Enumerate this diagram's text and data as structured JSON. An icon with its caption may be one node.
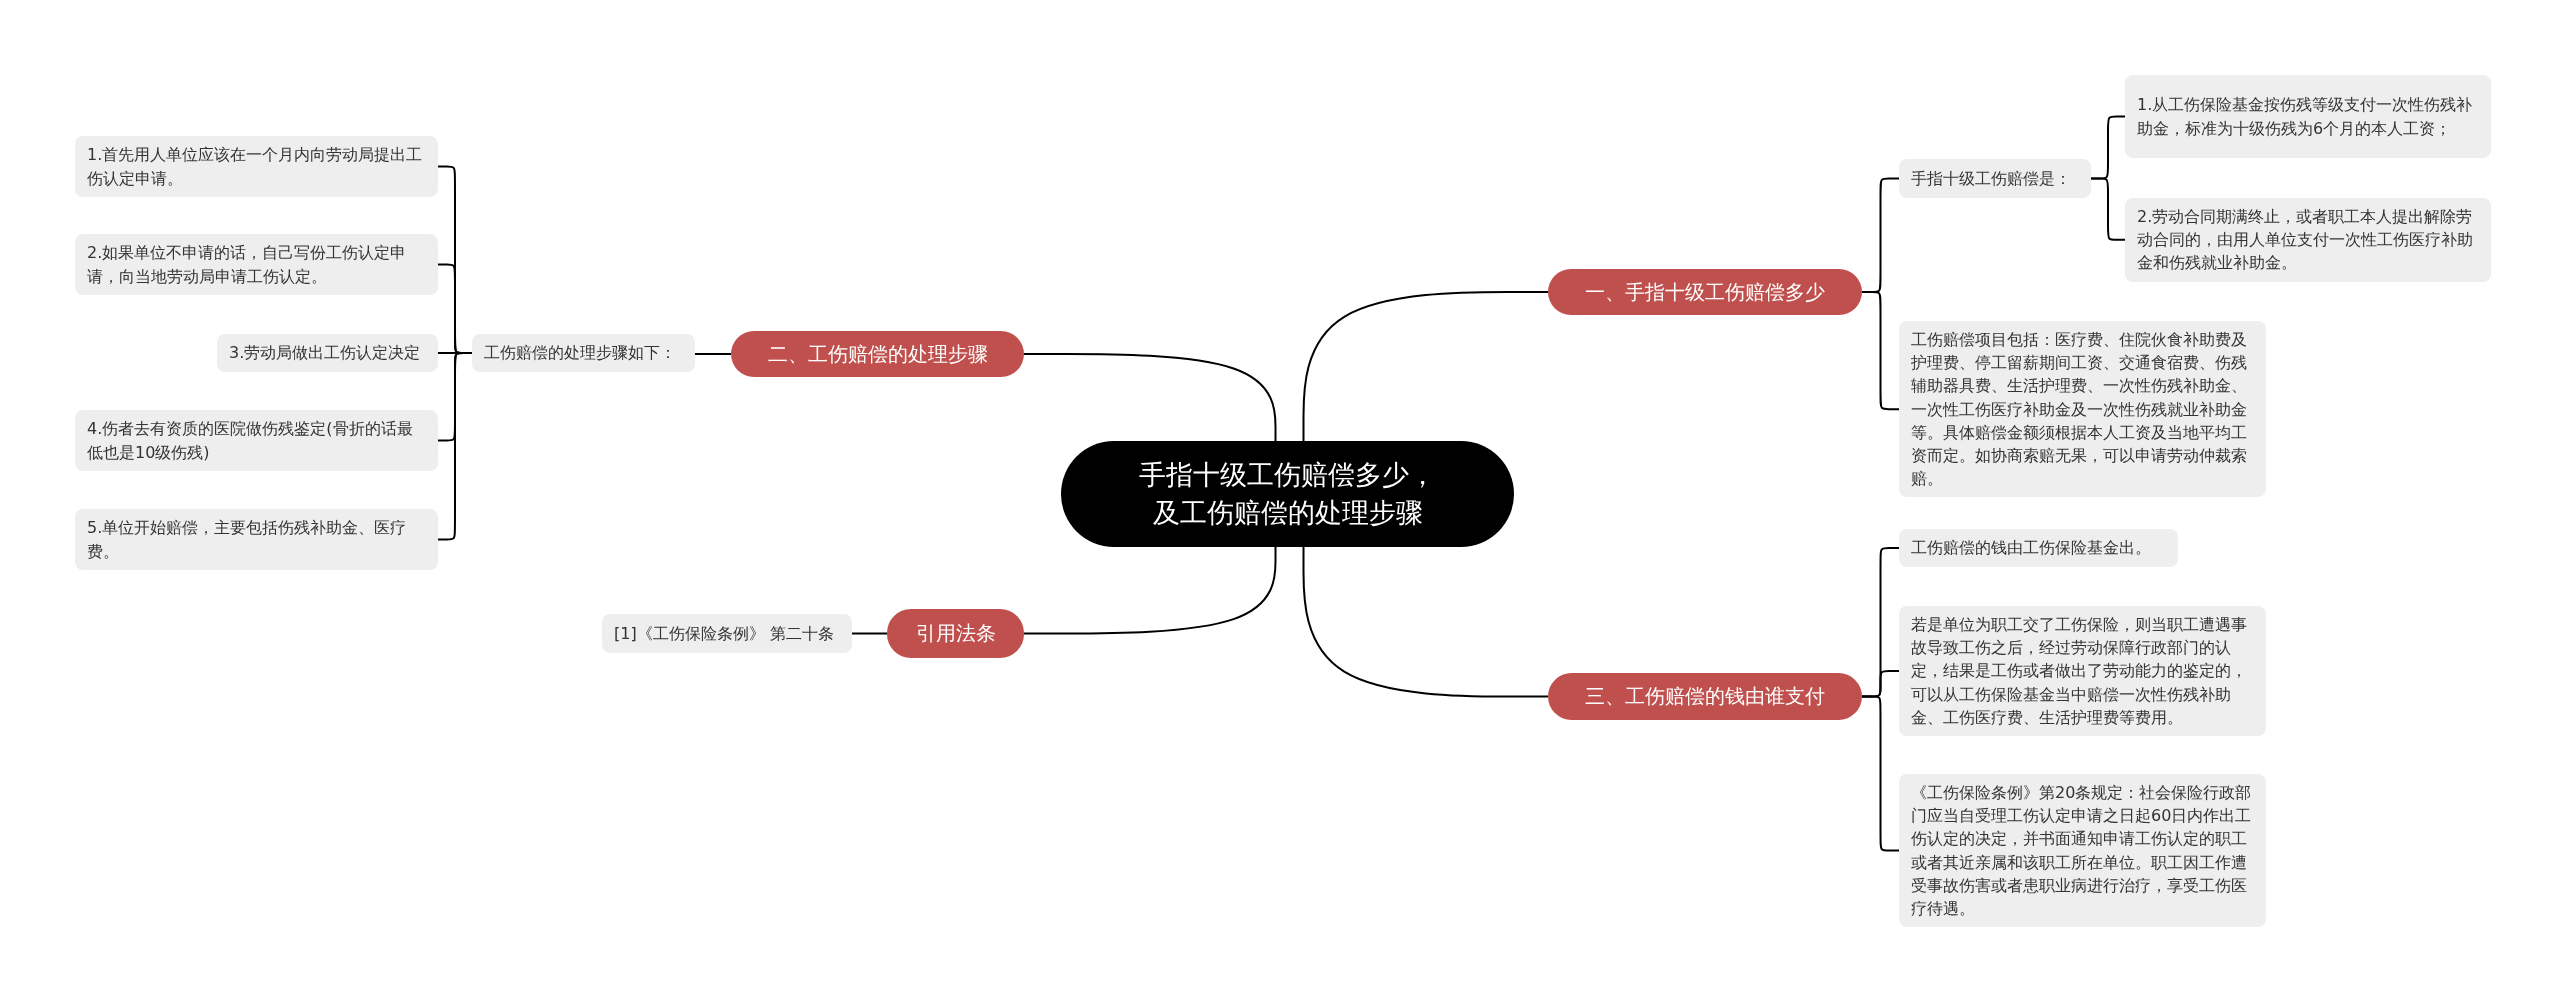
{
  "diagram": {
    "nodes": [
      {
        "text": [
          "手指十级工伤赔偿多少，及工伤赔偿的处理步骤"
        ]
      },
      {
        "text": [
          "一、手指十级工伤赔偿多少"
        ]
      },
      {
        "text": [
          "手指十级工伤赔偿是："
        ]
      },
      {
        "text": [
          "1.从工伤保险基金按伤残等级支付一次性伤残补助金，标准为十级伤残为6个月的本人工资；"
        ]
      },
      {
        "text": [
          "2.劳动合同期满终止，或者职工本人提出解除劳动合同的，由用人单位支付一次性工伤医疗补助金和伤残就业补助金。"
        ]
      },
      {
        "text": [
          "工伤赔偿项目包括：医疗费、住院伙食补助费及护理费、停工留薪期间工资、交通食宿费、伤残辅助器具费、生活护理费、一次性伤残补助金、一次性工伤医疗补助金及一次性伤残就业补助金等。具体赔偿金额须根据本人工资及当地平均工资而定。如协商索赔无果，可以申请劳动仲裁索赔。"
        ]
      },
      {
        "text": [
          "二、工伤赔偿的处理步骤"
        ]
      },
      {
        "text": [
          "工伤赔偿的处理步骤如下："
        ]
      },
      {
        "text": [
          "1.首先用人单位应该在一个月内向劳动局提出工伤认定申请。"
        ]
      },
      {
        "text": [
          "2.如果单位不申请的话，自己写份工伤认定申请，向当地劳动局申请工伤认定。"
        ]
      },
      {
        "text": [
          "3.劳动局做出工伤认定决定"
        ]
      },
      {
        "text": [
          "4.伤者去有资质的医院做伤残鉴定(骨折的话最低也是10级伤残)"
        ]
      },
      {
        "text": [
          "5.单位开始赔偿，主要包括伤残补助金、医疗费。"
        ]
      },
      {
        "text": [
          "引用法条"
        ]
      },
      {
        "text": [
          "[1]《工伤保险条例》 第二十条"
        ]
      },
      {
        "text": [
          "三、工伤赔偿的钱由谁支付"
        ]
      },
      {
        "text": [
          "工伤赔偿的钱由工伤保险基金出。"
        ]
      },
      {
        "text": [
          "若是单位为职工交了工伤保险，则当职工遭遇事故导致工伤之后，经过劳动保障行政部门的认定，结果是工伤或者做出了劳动能力的鉴定的，可以从工伤保险基金当中赔偿一次性伤残补助金、工伤医疗费、生活护理费等费用。"
        ]
      },
      {
        "text": [
          "《工伤保险条例》第20条规定：社会保险行政部门应当自受理工伤认定申请之日起60日内作出工伤认定的决定，并书面通知申请工伤认定的职工或者其近亲属和该职工所在单位。职工因工作遭受事故伤害或者患职业病进行治疗，享受工伤医疗待遇。"
        ]
      }
    ],
    "edges": [
      {
        "from": 0,
        "to": 1,
        "arrow": "none"
      },
      {
        "from": 1,
        "to": 2,
        "arrow": "none"
      },
      {
        "from": 2,
        "to": 3,
        "arrow": "none"
      },
      {
        "from": 2,
        "to": 4,
        "arrow": "none"
      },
      {
        "from": 1,
        "to": 5,
        "arrow": "none"
      },
      {
        "from": 0,
        "to": 6,
        "arrow": "none"
      },
      {
        "from": 6,
        "to": 7,
        "arrow": "none"
      },
      {
        "from": 7,
        "to": 8,
        "arrow": "none"
      },
      {
        "from": 7,
        "to": 9,
        "arrow": "none"
      },
      {
        "from": 7,
        "to": 10,
        "arrow": "none"
      },
      {
        "from": 7,
        "to": 11,
        "arrow": "none"
      },
      {
        "from": 7,
        "to": 12,
        "arrow": "none"
      },
      {
        "from": 0,
        "to": 13,
        "arrow": "none"
      },
      {
        "from": 13,
        "to": 14,
        "arrow": "none"
      },
      {
        "from": 0,
        "to": 15,
        "arrow": "none"
      },
      {
        "from": 15,
        "to": 16,
        "arrow": "none"
      },
      {
        "from": 15,
        "to": 17,
        "arrow": "none"
      },
      {
        "from": 15,
        "to": 18,
        "arrow": "none"
      }
    ]
  }
}
